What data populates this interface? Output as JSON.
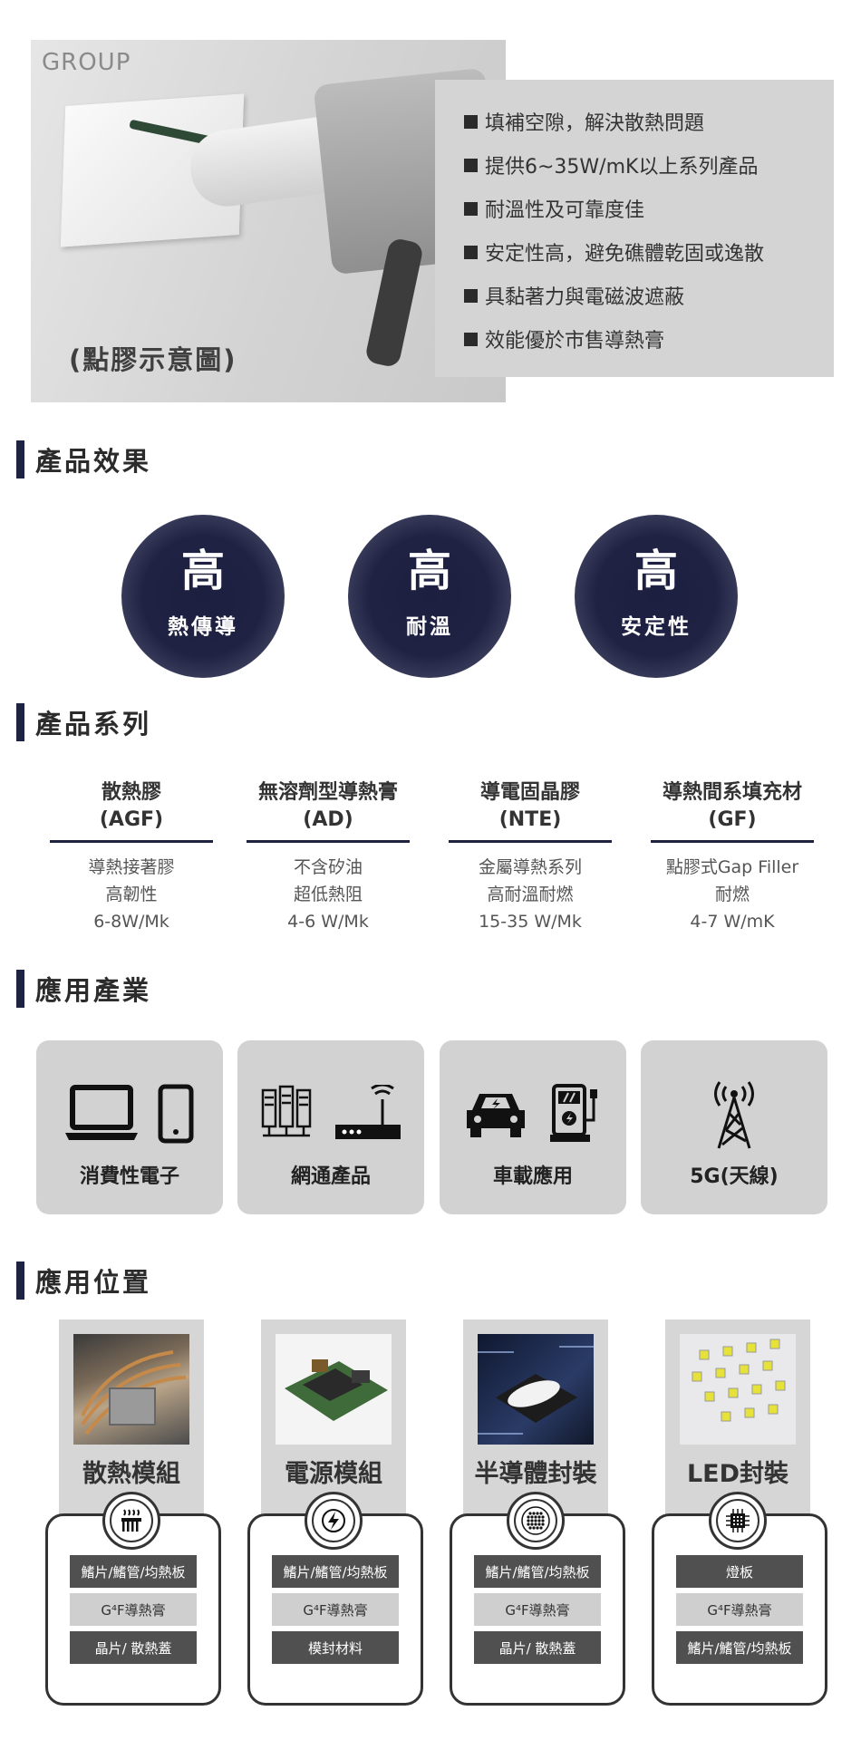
{
  "hero": {
    "logo": "GROUP",
    "caption": "(點膠示意圖)",
    "features": [
      "填補空隙，解決散熱問題",
      "提供6~35W/mK以上系列產品",
      "耐溫性及可靠度佳",
      "安定性高，避免礁體乾固或逸散",
      "具黏著力與電磁波遮蔽",
      "效能優於市售導熱膏"
    ]
  },
  "sections": {
    "effect": "產品效果",
    "series": "產品系列",
    "industry": "應用產業",
    "position": "應用位置"
  },
  "effects": [
    {
      "big": "高",
      "small": "熱傳導"
    },
    {
      "big": "高",
      "small": "耐溫"
    },
    {
      "big": "高",
      "small": "安定性"
    }
  ],
  "series": [
    {
      "name": "散熱膠",
      "code": "(AGF)",
      "lines": [
        "導熱接著膠",
        "高韌性",
        "6-8W/Mk"
      ]
    },
    {
      "name": "無溶劑型導熱膏",
      "code": "(AD)",
      "lines": [
        "不含矽油",
        "超低熱阻",
        "4-6 W/Mk"
      ]
    },
    {
      "name": "導電固晶膠",
      "code": "(NTE)",
      "lines": [
        "金屬導熱系列",
        "高耐溫耐燃",
        "15-35 W/Mk"
      ]
    },
    {
      "name": "導熱間系填充材",
      "code": "(GF)",
      "lines": [
        "點膠式Gap Filler",
        "耐燃",
        "4-7 W/mK"
      ]
    }
  ],
  "industries": [
    {
      "label": "消費性電子",
      "icons": [
        "laptop-icon",
        "phone-icon"
      ]
    },
    {
      "label": "網通產品",
      "icons": [
        "server-icon",
        "router-icon"
      ]
    },
    {
      "label": "車載應用",
      "icons": [
        "car-icon",
        "charging-station-icon"
      ]
    },
    {
      "label": "5G(天線)",
      "icons": [
        "antenna-tower-icon"
      ]
    }
  ],
  "positions": [
    {
      "title": "散熱模組",
      "badge_icon": "heatsink-icon",
      "rows": [
        "鰭片/鰭管/均熱板",
        "G⁴F導熱膏",
        "晶片/ 散熱蓋"
      ]
    },
    {
      "title": "電源模組",
      "badge_icon": "lightning-icon",
      "rows": [
        "鰭片/鰭管/均熱板",
        "G⁴F導熱膏",
        "模封材料"
      ]
    },
    {
      "title": "半導體封裝",
      "badge_icon": "chip-dots-icon",
      "rows": [
        "鰭片/鰭管/均熱板",
        "G⁴F導熱膏",
        "晶片/ 散熱蓋"
      ]
    },
    {
      "title": "LED封裝",
      "badge_icon": "processor-icon",
      "rows": [
        "燈板",
        "G⁴F導熱膏",
        "鰭片/鰭管/均熱板"
      ]
    }
  ],
  "colors": {
    "navy": "#1f2342",
    "card_gray": "#d2d2d2",
    "row_dark": "#505050",
    "row_light": "#cfcfcf"
  }
}
